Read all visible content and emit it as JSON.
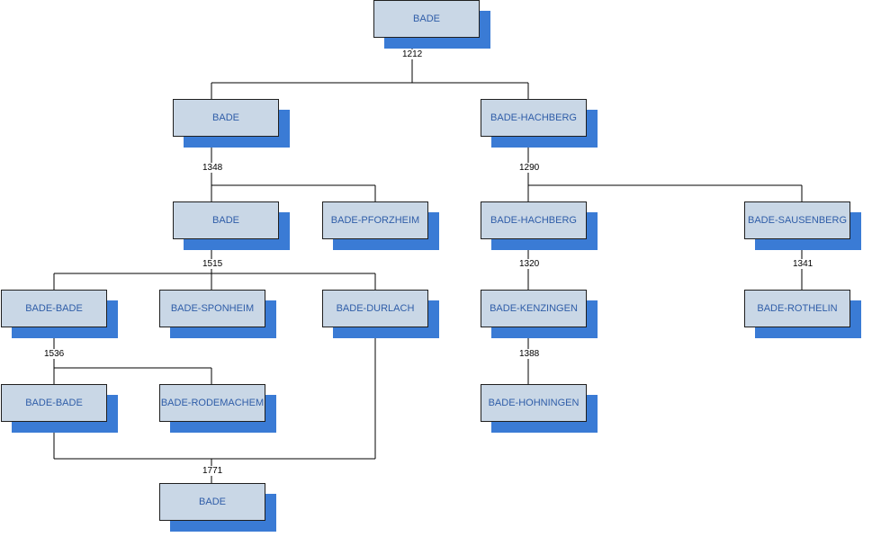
{
  "nodes": {
    "bade_root": "BADE",
    "bade_l1": "BADE",
    "bade_hachberg_l1": "BADE-HACHBERG",
    "bade_l2": "BADE",
    "bade_pforzheim": "BADE-PFORZHEIM",
    "bade_hachberg_l2": "BADE-HACHBERG",
    "bade_sausenberg": "BADE-SAUSENBERG",
    "bade_bade_l3": "BADE-BADE",
    "bade_sponheim": "BADE-SPONHEIM",
    "bade_durlach": "BADE-DURLACH",
    "bade_kenzingen": "BADE-KENZINGEN",
    "bade_rothelin": "BADE-ROTHELIN",
    "bade_bade_l4": "BADE-BADE",
    "bade_rodemachem": "BADE-RODEMACHEM",
    "bade_hohningen": "BADE-HOHNINGEN",
    "bade_final": "BADE"
  },
  "years": {
    "y1212": "1212",
    "y1348": "1348",
    "y1290": "1290",
    "y1515": "1515",
    "y1320": "1320",
    "y1341": "1341",
    "y1536": "1536",
    "y1388": "1388",
    "y1771": "1771"
  },
  "colors": {
    "box_fill": "#c9d7e6",
    "shadow": "#3a7bd5",
    "text": "#2f5da8"
  }
}
